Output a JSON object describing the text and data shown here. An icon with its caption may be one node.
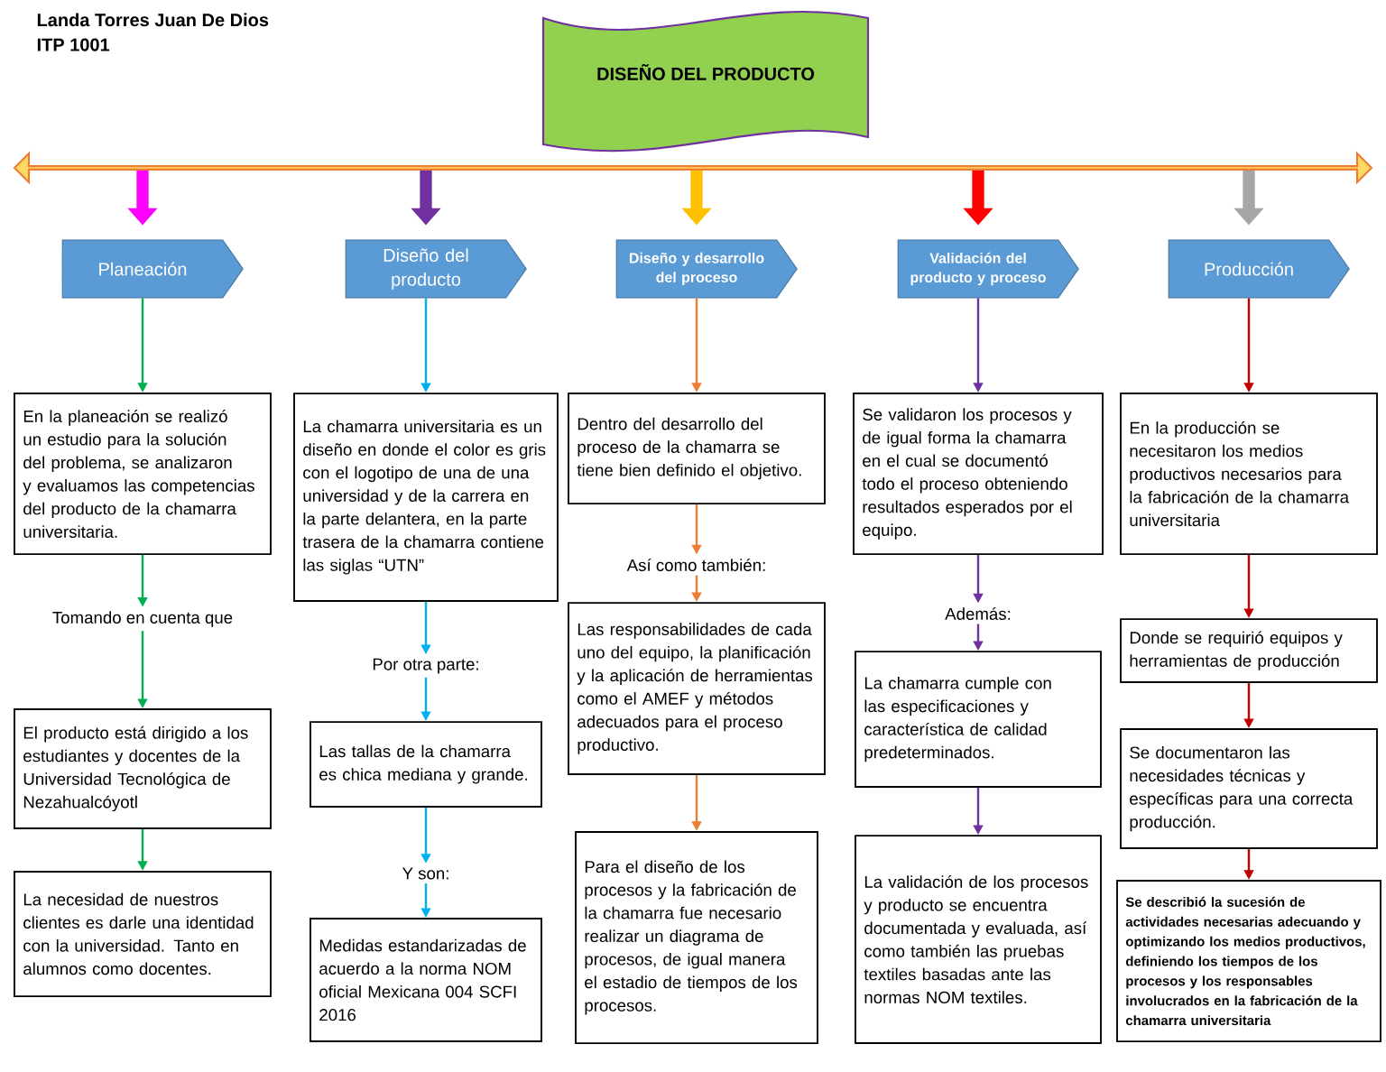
{
  "diagram": {
    "nodes": [
      {
        "text": [
          "DISEÑO DEL PRODUCTO"
        ]
      },
      {
        "text": [],
        "shape": "bar"
      },
      {
        "text": [
          "Planeación"
        ]
      },
      {
        "text": [
          "Diseño del producto"
        ]
      },
      {
        "text": [
          "Diseño y desarrollo del proceso"
        ]
      },
      {
        "text": [
          "Validación del producto y proceso"
        ]
      },
      {
        "text": [
          "Producción"
        ]
      },
      {
        "text": [
          "En la planeación se realizó un estudio para la solución del problema, se analizaron y evaluamos las competencias del producto de la chamarra universitaria."
        ]
      },
      {
        "text": [
          "Tomando en cuenta que"
        ]
      },
      {
        "text": [
          "El producto está dirigido a los estudiantes y docentes de la Universidad Tecnológica de Nezahualcóyotl"
        ]
      },
      {
        "text": [
          "La necesidad de nuestros clientes es darle una identidad con la universidad. Tanto en alumnos como docentes."
        ]
      },
      {
        "text": [
          "La chamarra universitaria es un diseño en donde el color es gris con el logotipo de una de una universidad y de la carrera en la parte delantera, en la parte trasera de la chamarra contiene  las siglas “UTN”"
        ]
      },
      {
        "text": [
          "Por otra parte:"
        ]
      },
      {
        "text": [
          "Las tallas de la chamarra es chica mediana y grande."
        ]
      },
      {
        "text": [
          "Y son:"
        ]
      },
      {
        "text": [
          "Medidas estandarizadas de acuerdo a la norma NOM oficial Mexicana 004 SCFI 2016"
        ]
      },
      {
        "text": [
          "Dentro del desarrollo del proceso de la chamarra se tiene bien definido el objetivo."
        ]
      },
      {
        "text": [
          "Así como también:"
        ]
      },
      {
        "text": [
          "Las responsabilidades de cada uno del equipo, la planificación y la aplicación de herramientas como el AMEF y métodos adecuados para el proceso productivo."
        ]
      },
      {
        "text": [
          "Para el diseño de los procesos y la fabricación de la chamarra fue necesario realizar un diagrama de procesos, de igual manera el estadio de tiempos de los procesos."
        ]
      },
      {
        "text": [
          "Se validaron los procesos y de igual forma la chamarra en el cual se documentó todo el proceso obteniendo resultados esperados por el equipo."
        ]
      },
      {
        "text": [
          "Además:"
        ]
      },
      {
        "text": [
          "La  chamarra cumple con las especificaciones y característica de calidad predeterminados."
        ]
      },
      {
        "text": [
          "La validación de los procesos y producto se encuentra documentada y evaluada, así como también las pruebas textiles basadas ante las normas NOM textiles."
        ]
      },
      {
        "text": [
          "En la producción se necesitaron los medios productivos necesarios para la fabricación de la chamarra universitaria"
        ]
      },
      {
        "text": [
          "Donde se requirió equipos y herramientas de producción"
        ]
      },
      {
        "text": [
          "Se documentaron las necesidades técnicas y específicas para una correcta producción."
        ]
      },
      {
        "text": [
          "Se describió la sucesión de actividades necesarias adecuando y optimizando los medios productivos, definiendo los tiempos de los procesos y los responsables involucrados en la fabricación de la chamarra universitaria"
        ]
      }
    ],
    "edges": [
      {
        "from": 1,
        "to": 2,
        "arrow": "to",
        "style": "thick",
        "color": "#ff00ff"
      },
      {
        "from": 1,
        "to": 3,
        "arrow": "to",
        "style": "thick",
        "color": "#7030a0"
      },
      {
        "from": 1,
        "to": 4,
        "arrow": "to",
        "style": "thick",
        "color": "#ffc000"
      },
      {
        "from": 1,
        "to": 5,
        "arrow": "to",
        "style": "thick",
        "color": "#ff0000"
      },
      {
        "from": 1,
        "to": 6,
        "arrow": "to",
        "style": "thick",
        "color": "#a6a6a6"
      },
      {
        "from": 2,
        "to": 7,
        "arrow": "to",
        "color": "#00b050"
      },
      {
        "from": 7,
        "to": 8,
        "arrow": "to",
        "color": "#00b050"
      },
      {
        "from": 8,
        "to": 9,
        "arrow": "to",
        "color": "#00b050"
      },
      {
        "from": 9,
        "to": 10,
        "arrow": "to",
        "color": "#00b050"
      },
      {
        "from": 3,
        "to": 11,
        "arrow": "to",
        "color": "#00b0f0"
      },
      {
        "from": 11,
        "to": 12,
        "arrow": "to",
        "color": "#00b0f0"
      },
      {
        "from": 12,
        "to": 13,
        "arrow": "to",
        "color": "#00b0f0"
      },
      {
        "from": 13,
        "to": 14,
        "arrow": "to",
        "color": "#00b0f0"
      },
      {
        "from": 14,
        "to": 15,
        "arrow": "to",
        "color": "#00b0f0"
      },
      {
        "from": 4,
        "to": 16,
        "arrow": "to",
        "color": "#ed7d31"
      },
      {
        "from": 16,
        "to": 17,
        "arrow": "to",
        "color": "#ed7d31"
      },
      {
        "from": 17,
        "to": 18,
        "arrow": "to",
        "color": "#ed7d31"
      },
      {
        "from": 18,
        "to": 19,
        "arrow": "to",
        "color": "#ed7d31"
      },
      {
        "from": 5,
        "to": 20,
        "arrow": "to",
        "color": "#7030a0"
      },
      {
        "from": 20,
        "to": 21,
        "arrow": "to",
        "color": "#7030a0"
      },
      {
        "from": 21,
        "to": 22,
        "arrow": "to",
        "color": "#7030a0"
      },
      {
        "from": 22,
        "to": 23,
        "arrow": "to",
        "color": "#7030a0"
      },
      {
        "from": 6,
        "to": 24,
        "arrow": "to",
        "color": "#c00000"
      },
      {
        "from": 24,
        "to": 25,
        "arrow": "to",
        "color": "#c00000"
      },
      {
        "from": 25,
        "to": 26,
        "arrow": "to",
        "color": "#c00000"
      },
      {
        "from": 26,
        "to": 27,
        "arrow": "to",
        "color": "#c00000"
      }
    ],
    "labels": [
      "Landa Torres Juan De Dios",
      "ITP 1001"
    ]
  }
}
